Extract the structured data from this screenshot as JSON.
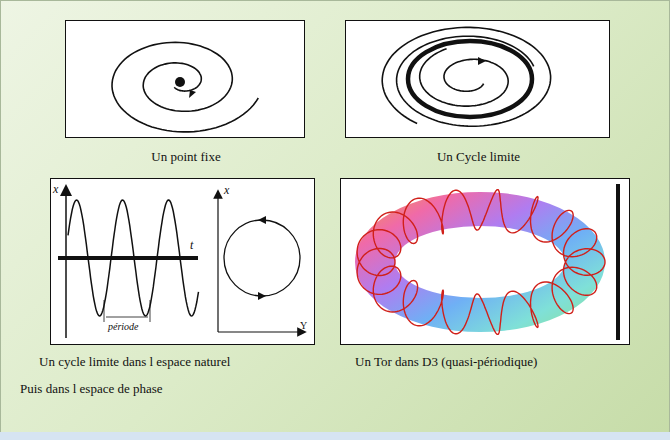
{
  "diagram": {
    "nodes": [
      {
        "text": [
          "Un point fixe"
        ]
      },
      {
        "text": [
          "Un Cycle limite"
        ]
      },
      {
        "text": [
          "Un cycle limite dans l espace naturel"
        ]
      },
      {
        "text": [
          "Un Tor dans D3 (quasi-périodique)"
        ]
      }
    ],
    "labels": [
      "x",
      "t",
      "période",
      "x",
      "Y",
      "Puis dans l espace de phase"
    ]
  }
}
